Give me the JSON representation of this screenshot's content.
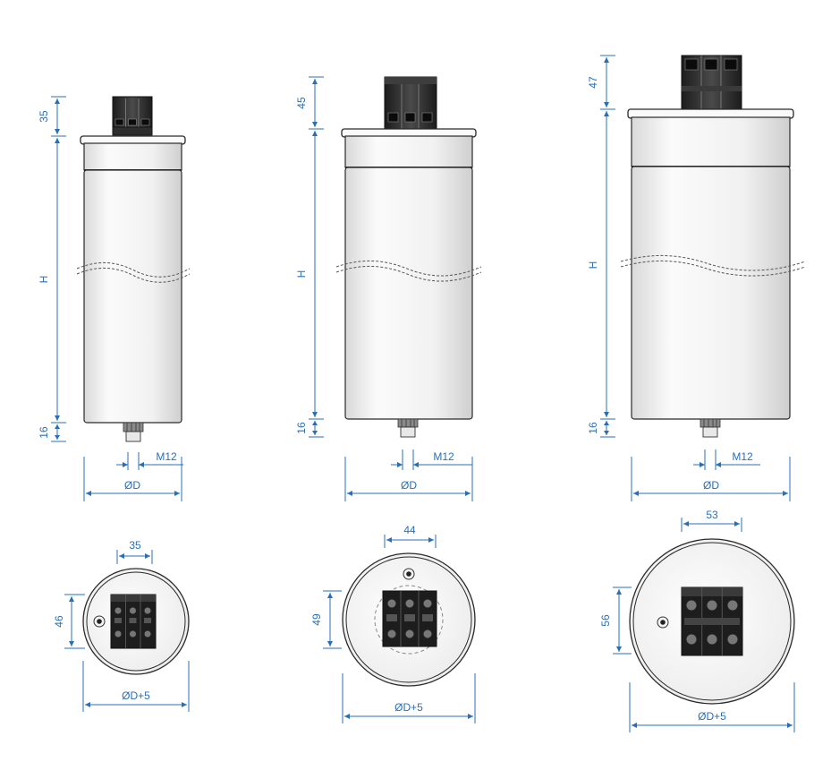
{
  "colors": {
    "dimension": "#2a6fb5",
    "body_fill": "#f3f3f3",
    "body_stroke": "#2a2a2a",
    "terminal": "#2b2b2b",
    "terminal_dark": "#111111"
  },
  "labels": {
    "height": "H",
    "diameter": "ØD",
    "diameter_plus": "ØD+5",
    "thread": "M12",
    "bolt_length": "16"
  },
  "capacitors": [
    {
      "id": "small",
      "terminal_height": "35",
      "terminal_width": "35",
      "terminal_depth": "46"
    },
    {
      "id": "medium",
      "terminal_height": "45",
      "terminal_width": "44",
      "terminal_depth": "49"
    },
    {
      "id": "large",
      "terminal_height": "47",
      "terminal_width": "53",
      "terminal_depth": "56"
    }
  ]
}
